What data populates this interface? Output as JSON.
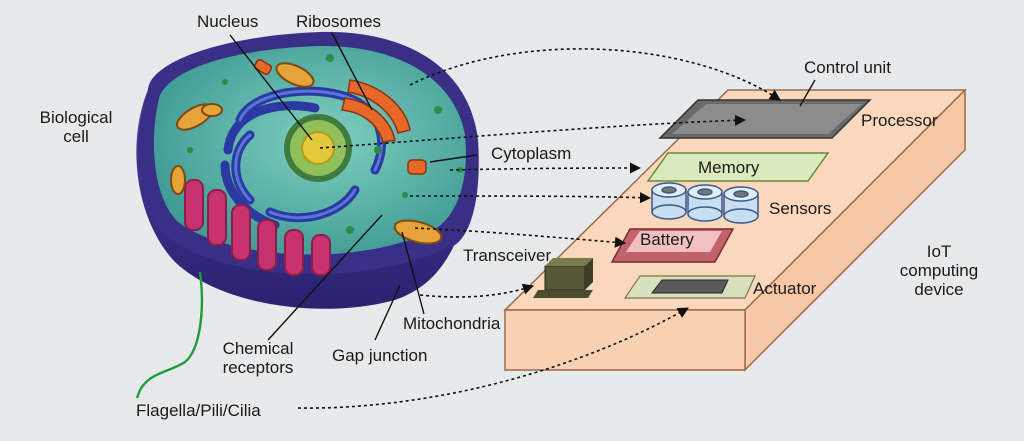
{
  "labels": {
    "nucleus": "Nucleus",
    "ribosomes": "Ribosomes",
    "control_unit": "Control unit",
    "biological_cell_1": "Biological",
    "biological_cell_2": "cell",
    "processor": "Processor",
    "cytoplasm": "Cytoplasm",
    "memory": "Memory",
    "sensors": "Sensors",
    "battery": "Battery",
    "transceiver": "Transceiver",
    "iot_1": "IoT",
    "iot_2": "computing",
    "iot_3": "device",
    "actuator": "Actuator",
    "mitochondria": "Mitochondria",
    "chemical_receptors_1": "Chemical",
    "chemical_receptors_2": "receptors",
    "gap_junction": "Gap junction",
    "flagella": "Flagella/Pili/Cilia"
  },
  "colors": {
    "background": "#e8e9ea",
    "cell_outer": "#3a2f86",
    "cell_inner": "#5fb8a8",
    "nucleus": "#e3c83a",
    "organelle_red": "#c8326e",
    "mitochondria": "#e8a23a",
    "device_box": "#fbd8bc",
    "memory_chip": "#d9ebbc",
    "battery": "#e7a7a7",
    "sensor_drum": "#c8def2",
    "flagella": "#1a9e3a"
  }
}
